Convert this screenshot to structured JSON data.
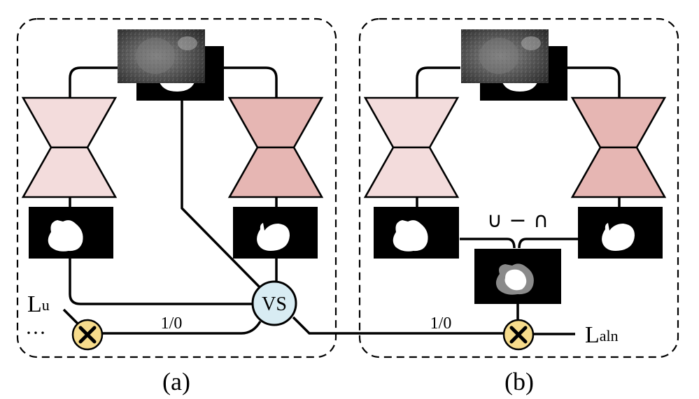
{
  "panel_a": {
    "caption": "(a)",
    "voting_node": "VS",
    "switch_label": "1/0",
    "loss_label": "L",
    "loss_subscript": "u",
    "ellipsis": "···"
  },
  "panel_b": {
    "caption": "(b)",
    "set_ops": "∪ − ∩",
    "switch_label": "1/0",
    "loss_label": "L",
    "loss_subscript": "aln"
  },
  "colors": {
    "network_light": "#f3dcdc",
    "network_dark": "#e6b6b3",
    "vs_node": "#d8ecf3",
    "multiply_node": "#f7dc8c",
    "mask_bg": "#000000",
    "mask_fg": "#ffffff",
    "overlap_gray": "#8a8a8a"
  }
}
